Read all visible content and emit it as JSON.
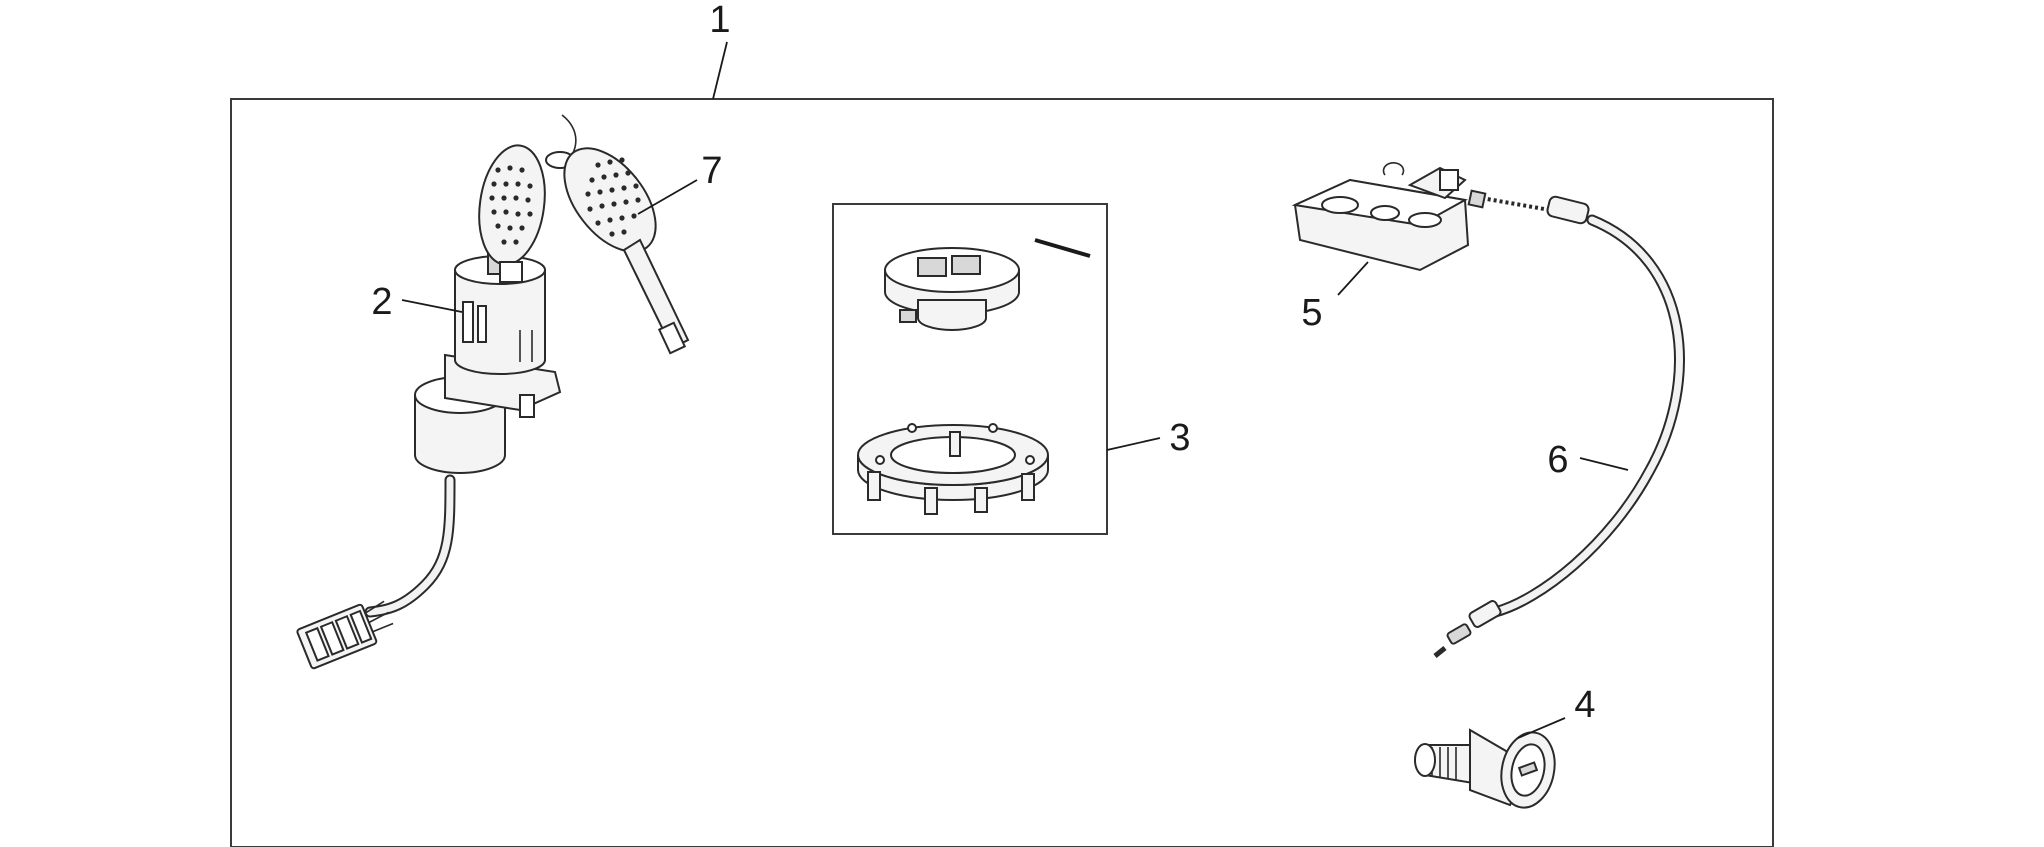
{
  "callouts": {
    "c1": "1",
    "c2": "2",
    "c3": "3",
    "c4": "4",
    "c5": "5",
    "c6": "6",
    "c7": "7"
  },
  "colors": {
    "line": "#2a2a2a",
    "part_fill": "#f4f4f4",
    "background": "#ffffff"
  }
}
